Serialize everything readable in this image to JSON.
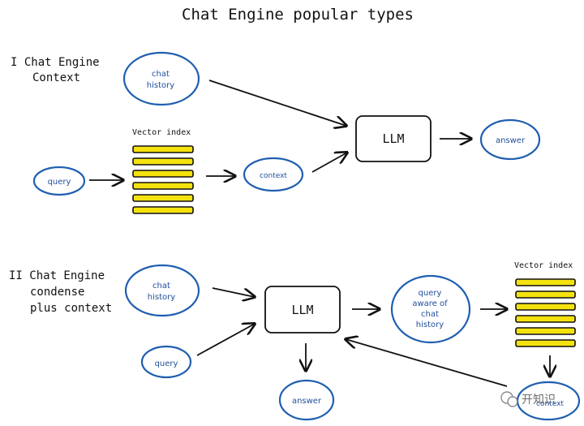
{
  "title": "Chat Engine popular types",
  "section1": {
    "label_line1": "I Chat Engine",
    "label_line2": "Context",
    "chat_history_line1": "chat",
    "chat_history_line2": "history",
    "vector_index_label": "Vector index",
    "query": "query",
    "context": "context",
    "llm": "LLM",
    "answer": "answer"
  },
  "section2": {
    "label_line1": "II Chat Engine",
    "label_line2": "condense",
    "label_line3": "plus context",
    "chat_history_line1": "chat",
    "chat_history_line2": "history",
    "query": "query",
    "llm": "LLM",
    "answer": "answer",
    "qa_line1": "query",
    "qa_line2": "aware of",
    "qa_line3": "chat",
    "qa_line4": "history",
    "vector_index_label": "Vector index",
    "context": "context"
  },
  "watermark": "开知识"
}
